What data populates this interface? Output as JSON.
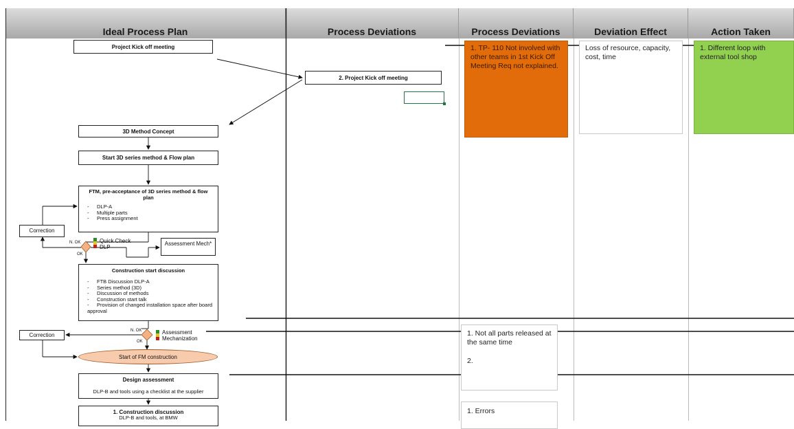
{
  "columns": {
    "ideal": "Ideal Process Plan",
    "deviations1": "Process Deviations",
    "deviations2": "Process Deviations",
    "effect": "Deviation Effect",
    "action": "Action Taken"
  },
  "flow": {
    "kickoff": "Project Kick off meeting",
    "kickoff2": "2. Project Kick off meeting",
    "method_concept": "3D Method Concept",
    "start_series": "Start 3D series method & Flow plan",
    "ftm_title": "FTM, pre-acceptance of 3D series method & flow plan",
    "ftm_items": [
      "DLP-A",
      "Multiple parts",
      "Press assignment"
    ],
    "correction1": "Correction",
    "nok1": "N. OK",
    "ok1": "OK",
    "quick_check": "Quick Check",
    "dlp": "DLP",
    "assessment_mech": "Assessment Mech*",
    "construction_title": "Construction start discussion",
    "construction_items": [
      "FTB Discussion DLP-A",
      "Series method (3D)",
      "Discussion of methods",
      "Construction start talk",
      "Provision of changed installation space after board approval"
    ],
    "correction2": "Correction",
    "nok2": "N. OK",
    "ok2": "OK",
    "assessment": "Assessment",
    "mechanization": "Mechanization",
    "start_fm": "Start of FM construction",
    "design_title": "Design assessment",
    "design_text": "DLP-B and tools using a checklist at the supplier",
    "construction2_title": "1. Construction discussion",
    "construction2_text": "DLP-B and tools, at BMW"
  },
  "notes": {
    "orange": "1. TP- 110 Not involved with other teams in 1st Kick Off Meeting Req not explained.",
    "effect1": "Loss of resource, capacity, cost, time",
    "green": "1. Different loop with external tool shop",
    "deviation2_line1": "1. Not all parts released at the same time",
    "deviation2_line2": "2.",
    "deviation3": "1. Errors"
  },
  "colors": {
    "orange": "#e36c0a",
    "green": "#92d050",
    "diamond": "#f4b183",
    "ellipse": "#f8cbad",
    "selection": "#217346"
  }
}
